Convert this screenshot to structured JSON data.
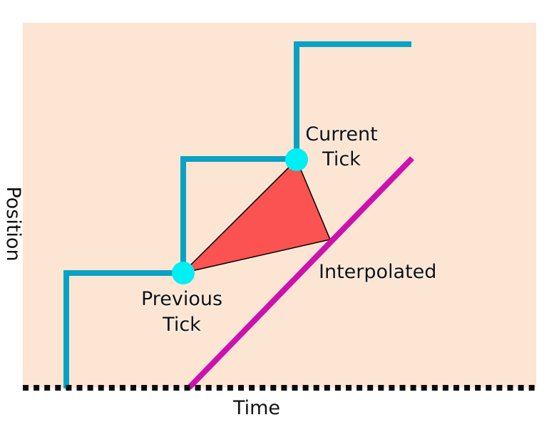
{
  "diagram": {
    "description": "Tick interpolation diagram: stepped position updates per tick vs interpolated position over time",
    "labels": {
      "y_axis": "Position",
      "x_axis": "Time",
      "current_tick_line1": "Current",
      "current_tick_line2": "Tick",
      "previous_tick_line1": "Previous",
      "previous_tick_line2": "Tick",
      "interpolated": "Interpolated"
    },
    "colors": {
      "page_background": "#ffffff",
      "plot_background": "#fde5d3",
      "step_line": "#0aa2c4",
      "tick_marker": "#00eff2",
      "interpolated_line": "#cc11ae",
      "error_triangle_fill": "#fa5352",
      "error_triangle_outline": "#000000",
      "time_axis": "#0a0a0a",
      "text": "#111111"
    }
  }
}
